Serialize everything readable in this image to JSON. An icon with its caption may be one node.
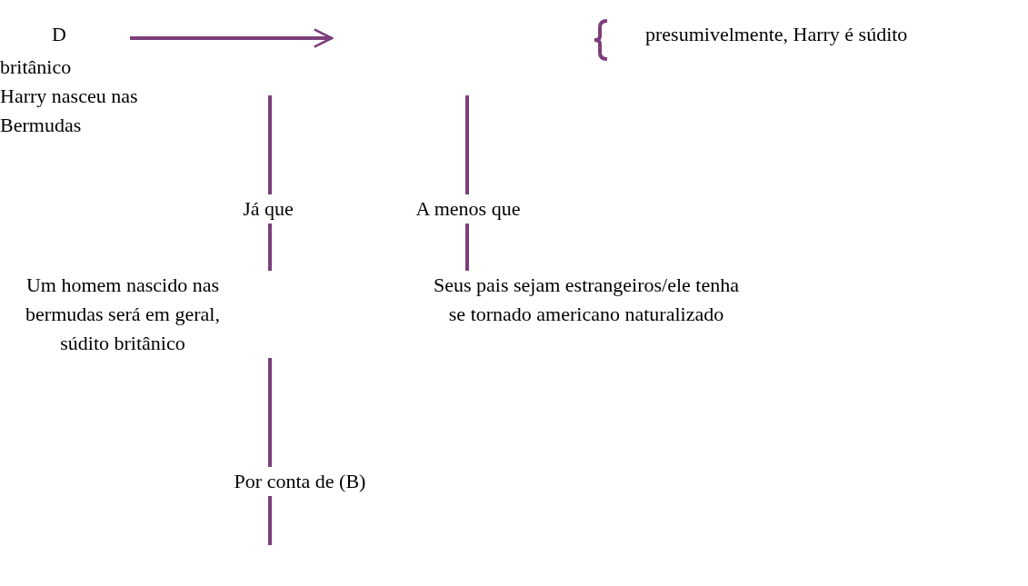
{
  "diagram": {
    "nodes": [
      {
        "text": [
          "D"
        ]
      },
      {
        "text": [
          "presumivelmente, Harry é súdito"
        ]
      },
      {
        "text": [
          "Já que"
        ]
      },
      {
        "text": [
          "A menos que"
        ]
      },
      {
        "text": [
          "Um homem nascido nas bermudas será em geral, súdito britânico"
        ]
      },
      {
        "text": [
          "Seus pais sejam estrangeiros/ele tenha se tornado americano naturalizado"
        ]
      },
      {
        "text": [
          "Por conta de (B)"
        ]
      }
    ],
    "edges": [
      {
        "from": 0,
        "to": null,
        "arrow": "to"
      },
      {
        "from": null,
        "to": 2,
        "arrow": "none"
      },
      {
        "from": 2,
        "to": 4,
        "arrow": "none"
      },
      {
        "from": null,
        "to": 3,
        "arrow": "none"
      },
      {
        "from": 3,
        "to": 5,
        "arrow": "none"
      },
      {
        "from": 4,
        "to": 6,
        "arrow": "none"
      },
      {
        "from": 6,
        "to": null,
        "arrow": "none"
      }
    ],
    "labels": [
      "britânico",
      "Harry nasceu nas Bermudas"
    ]
  }
}
